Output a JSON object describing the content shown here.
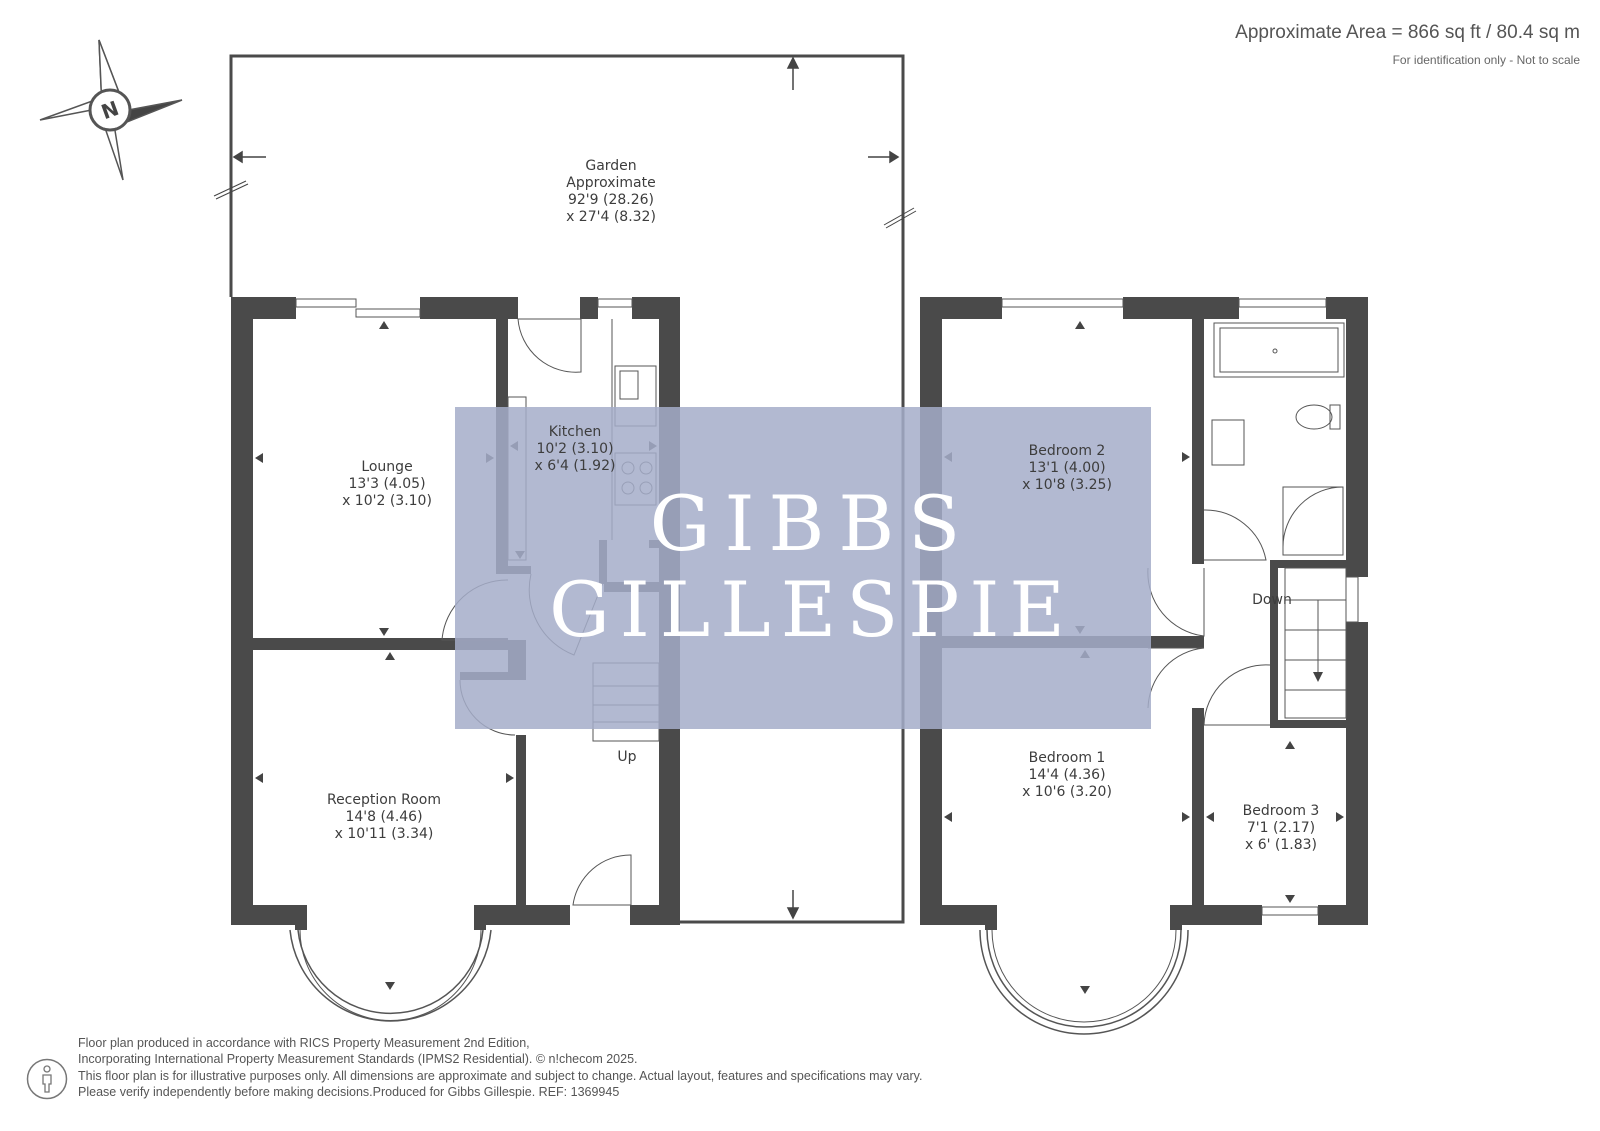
{
  "header": {
    "area": "Approximate Area = 866 sq ft / 80.4 sq m",
    "disclaimer": "For identification only - Not to scale"
  },
  "compass": {
    "label": "N",
    "icon": "compass-icon"
  },
  "watermark": {
    "line1": "GIBBS",
    "line2": "GILLESPIE",
    "color": "#a5adc9"
  },
  "rooms": {
    "garden": {
      "name": "Garden",
      "line2": "Approximate",
      "dim1": "92'9 (28.26)",
      "dim2": "x 27'4 (8.32)"
    },
    "lounge": {
      "name": "Lounge",
      "dim1": "13'3 (4.05)",
      "dim2": "x 10'2 (3.10)"
    },
    "kitchen": {
      "name": "Kitchen",
      "dim1": "10'2 (3.10)",
      "dim2": "x 6'4 (1.92)"
    },
    "reception": {
      "name": "Reception Room",
      "dim1": "14'8 (4.46)",
      "dim2": "x 10'11 (3.34)"
    },
    "bedroom2": {
      "name": "Bedroom 2",
      "dim1": "13'1 (4.00)",
      "dim2": "x 10'8 (3.25)"
    },
    "bedroom1": {
      "name": "Bedroom 1",
      "dim1": "14'4 (4.36)",
      "dim2": "x 10'6 (3.20)"
    },
    "bedroom3": {
      "name": "Bedroom 3",
      "dim1": "7'1 (2.17)",
      "dim2": "x 6' (1.83)"
    },
    "stairs_up": "Up",
    "stairs_down": "Down"
  },
  "colors": {
    "wall": "#4a4a4a",
    "line": "#555555"
  },
  "footer": {
    "line1": "Floor plan produced in accordance with RICS Property Measurement 2nd Edition,",
    "line2": "Incorporating International Property Measurement Standards (IPMS2 Residential).   © n!checom 2025.",
    "line3": "This floor plan is for illustrative purposes only. All dimensions are approximate and subject to change. Actual layout, features and specifications may vary.",
    "line4": "Please verify independently before making decisions.Produced for Gibbs Gillespie.   REF:  1369945",
    "icon": "person-icon"
  }
}
